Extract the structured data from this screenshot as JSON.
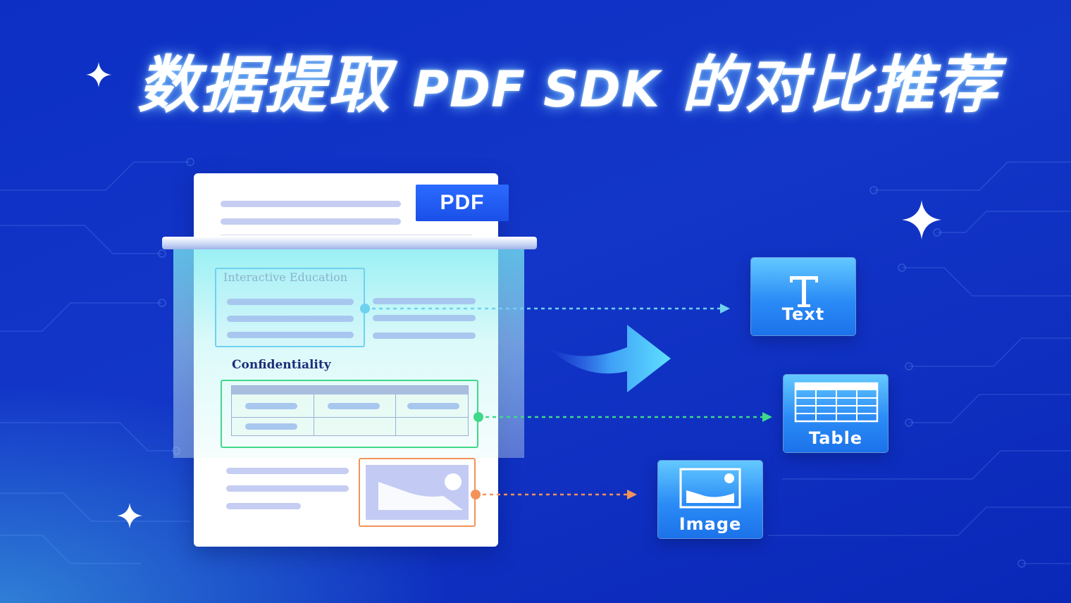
{
  "title": {
    "part1": "数据提取",
    "part2": "PDF SDK",
    "part3": "的对比推荐"
  },
  "document": {
    "badge": "PDF",
    "section1_title": "Interactive Education",
    "section2_title": "Confidentiality"
  },
  "outputs": {
    "text_label": "Text",
    "table_label": "Table",
    "image_label": "Image"
  },
  "icons": {
    "text": "text-type-icon",
    "table": "table-grid-icon",
    "image": "image-landscape-icon",
    "arrow": "curved-arrow-icon",
    "sparkle": "four-point-star-icon"
  },
  "colors": {
    "background": "#1336c8",
    "text_connector": "#6fd1f0",
    "table_connector": "#3fd98a",
    "image_connector": "#f2935a",
    "card": "#2b8cf6"
  }
}
